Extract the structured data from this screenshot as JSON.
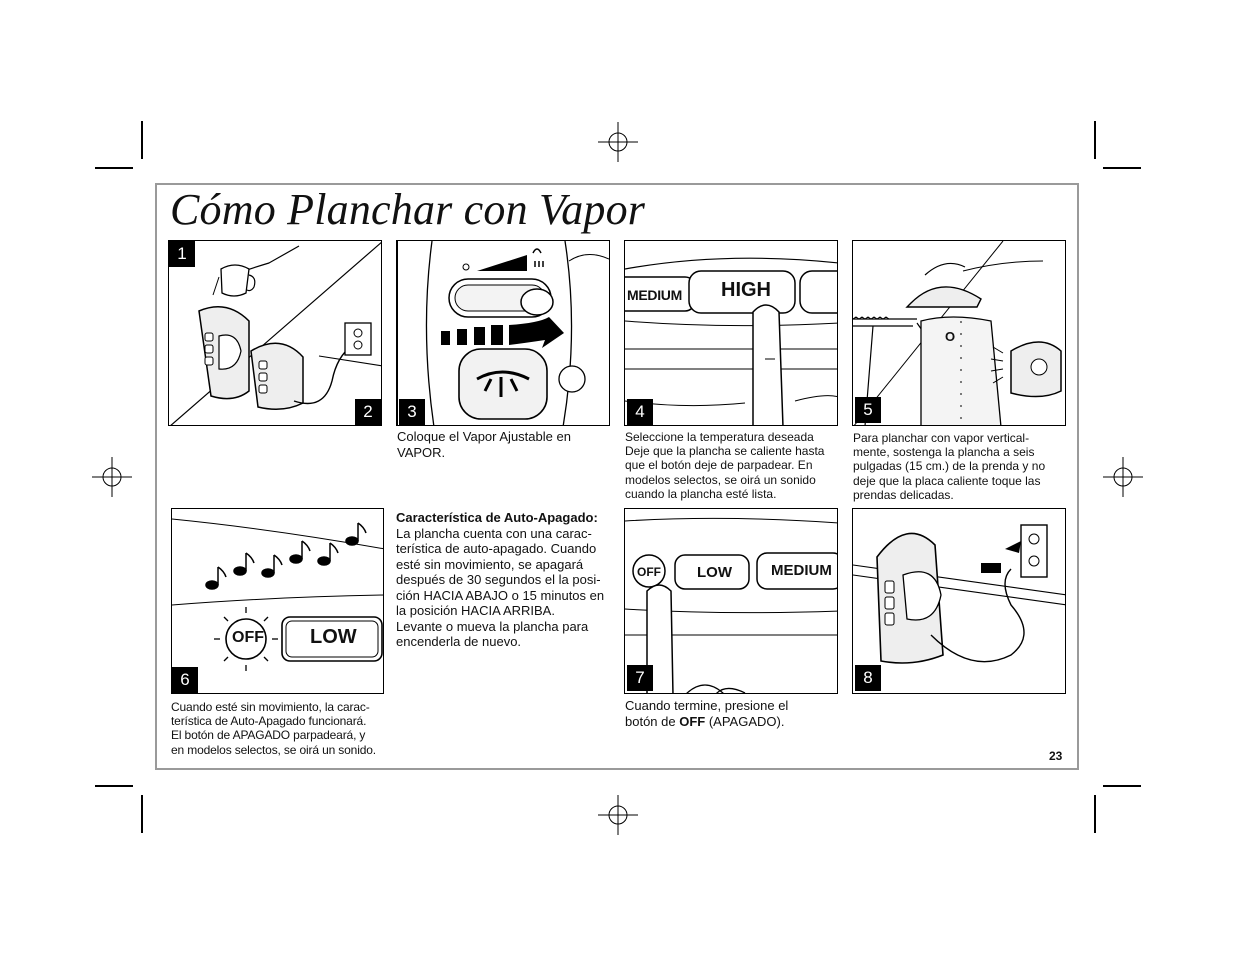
{
  "title": "Cómo Planchar con Vapor",
  "page_number": "23",
  "steps": [
    {
      "number": "1"
    },
    {
      "number": "2"
    },
    {
      "number": "3",
      "caption": "Coloque el Vapor Ajustable en VAPOR."
    },
    {
      "number": "4",
      "caption_lines": [
        "Seleccione la temperatura deseada",
        "Deje que la plancha se caliente hasta",
        "que el botón deje de parpadear. En",
        "modelos selectos, se oirá un sonido",
        "cuando la plancha esté lista."
      ],
      "buttons": [
        "MEDIUM",
        "HIGH"
      ]
    },
    {
      "number": "5",
      "caption_lines": [
        "Para planchar con vapor vertical-",
        "mente, sostenga la plancha a seis",
        "pulgadas (15 cm.) de la prenda y no",
        "deje que la placa caliente toque las",
        "prendas delicadas."
      ],
      "marker": "O"
    },
    {
      "number": "6",
      "caption_lines": [
        "Cuando esté sin movimiento, la carac-",
        "terística de Auto-Apagado funcionará.",
        "El botón de APAGADO parpadeará, y",
        "en modelos selectos, se oirá un sonido."
      ],
      "buttons": [
        "OFF",
        "LOW"
      ]
    },
    {
      "number": "7",
      "caption_pre": "Cuando termine, presione el botón de ",
      "caption_bold": "OFF",
      "caption_post": " (APAGADO).",
      "buttons": [
        "OFF",
        "LOW",
        "MEDIUM"
      ]
    },
    {
      "number": "8"
    }
  ],
  "auto_off": {
    "heading": "Característica de Auto-Apagado:",
    "lines": [
      "La plancha cuenta con una carac-",
      "terística de auto-apagado. Cuando",
      "esté sin movimiento, se apagará",
      "después de 30 segundos el la posi-",
      "ción HACIA ABAJO o 15 minutos en",
      "la posición HACIA ARRIBA.",
      "Levante o mueva la plancha para",
      "encenderla de nuevo."
    ]
  }
}
